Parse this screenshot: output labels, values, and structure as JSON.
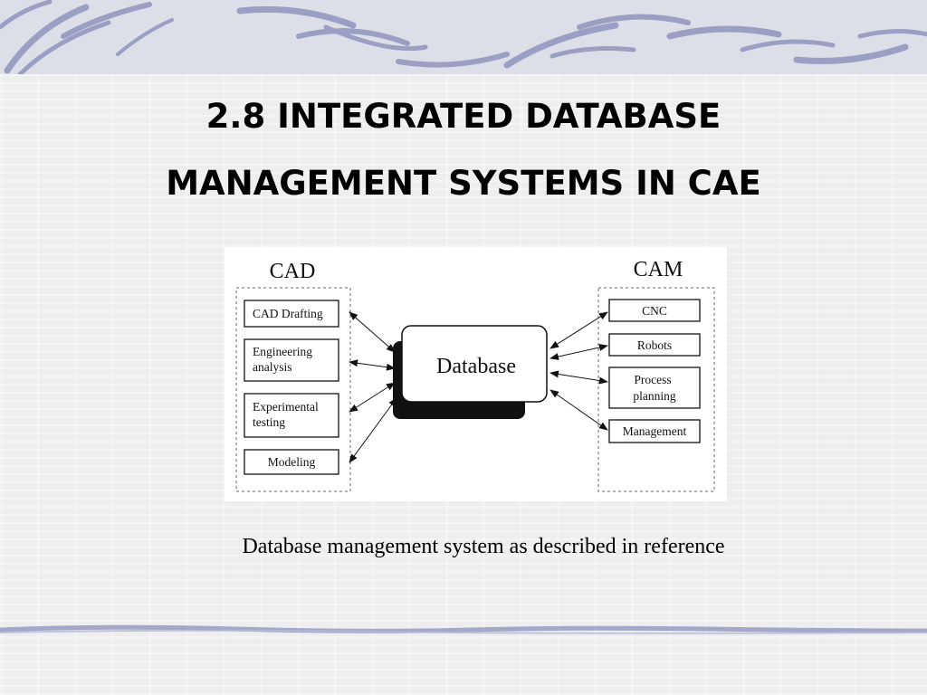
{
  "slide": {
    "title_line1": "2.8 INTEGRATED DATABASE",
    "title_line2": "MANAGEMENT SYSTEMS IN CAE",
    "caption": "Database management system as described in reference"
  },
  "diagram": {
    "left_group": {
      "heading": "CAD",
      "items": [
        {
          "lines": [
            "CAD Drafting"
          ]
        },
        {
          "lines": [
            "Engineering",
            "analysis"
          ]
        },
        {
          "lines": [
            "Experimental",
            "testing"
          ]
        },
        {
          "lines": [
            "Modeling"
          ]
        }
      ]
    },
    "center": {
      "label": "Database"
    },
    "right_group": {
      "heading": "CAM",
      "items": [
        {
          "lines": [
            "CNC"
          ]
        },
        {
          "lines": [
            "Robots"
          ]
        },
        {
          "lines": [
            "Process",
            "planning"
          ]
        },
        {
          "lines": [
            "Management"
          ]
        }
      ]
    }
  },
  "colors": {
    "background": "#eeeeee",
    "banner": "#dddfe8",
    "swoosh": "#8f95bd",
    "text": "#000000"
  }
}
